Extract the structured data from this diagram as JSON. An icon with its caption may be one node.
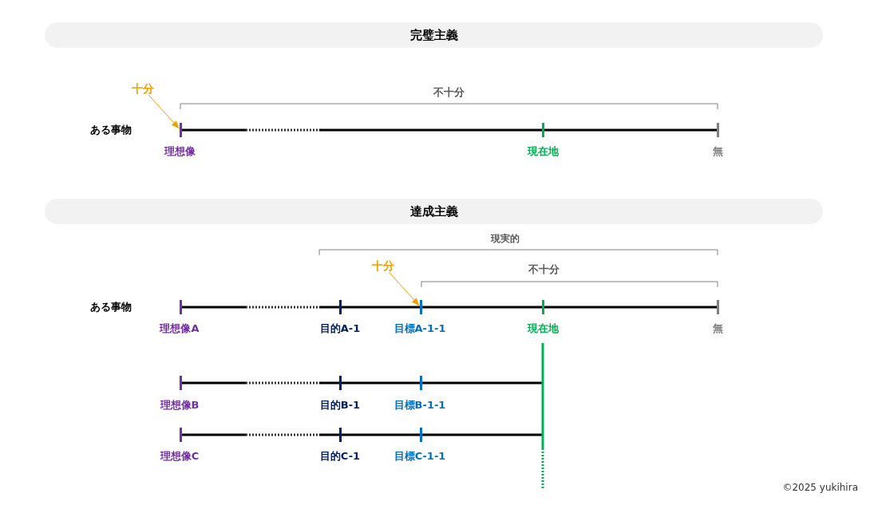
{
  "diagram": {
    "nodes": [
      {
        "text": [
          "完璧主義"
        ]
      },
      {
        "text": [
          "十分"
        ]
      },
      {
        "text": [],
        "shape": "bar"
      },
      {
        "text": [
          "達成主義"
        ]
      },
      {
        "text": [
          "十分"
        ]
      },
      {
        "text": [],
        "shape": "bar"
      }
    ],
    "edges": [
      {
        "from": 1,
        "to": 2,
        "arrow": "to"
      },
      {
        "from": 4,
        "to": 5,
        "arrow": "to"
      }
    ],
    "labels": [
      "不十分",
      "ある事物",
      "理想像",
      "現在地",
      "無",
      "現実的",
      "不十分",
      "ある事物",
      "理想像A",
      "目的A-1",
      "目標A-1-1",
      "現在地",
      "無",
      "理想像B",
      "目的B-1",
      "目標B-1-1",
      "理想像C",
      "目的C-1",
      "目標C-1-1",
      "©2025 yukihira"
    ]
  }
}
